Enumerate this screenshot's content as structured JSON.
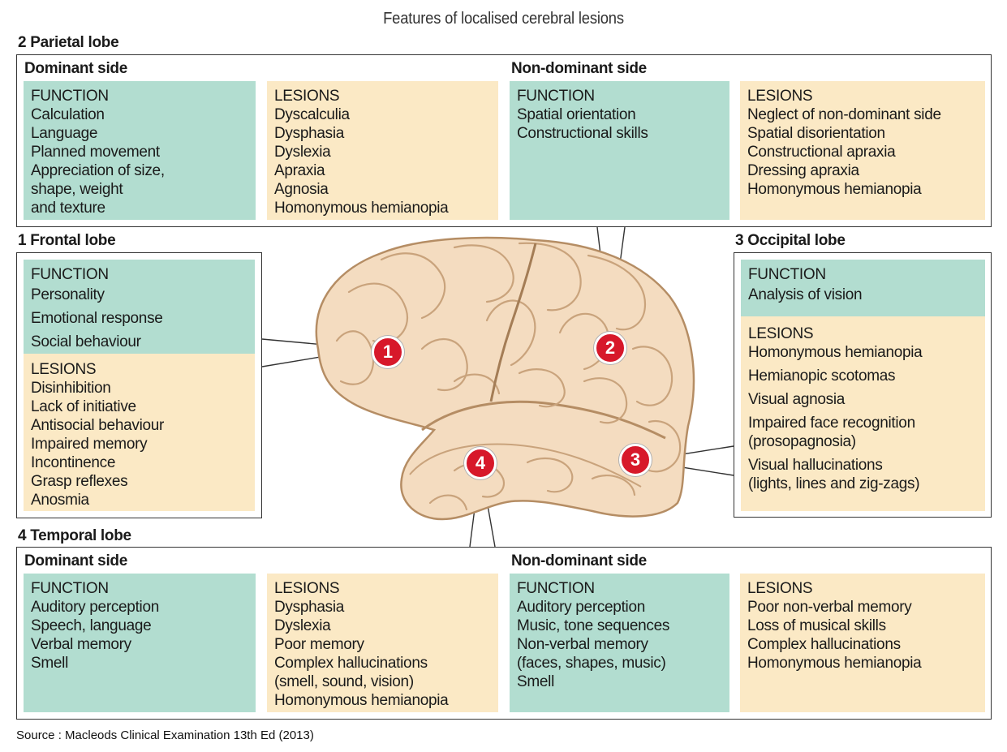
{
  "title": "Features of localised cerebral lesions",
  "source": "Source : Macleods Clinical Examination 13th Ed (2013)",
  "colors": {
    "function_fill": "#b2ddd0",
    "lesions_fill": "#fbe9c5",
    "marker": "#d7182a",
    "brain": "#f4dcc0"
  },
  "parietal": {
    "heading": "2 Parietal lobe",
    "dominant": {
      "label": "Dominant side",
      "function_heading": "FUNCTION",
      "function_items": [
        "Calculation",
        "Language",
        "Planned movement",
        "Appreciation of size,",
        "shape, weight",
        "and texture"
      ],
      "lesions_heading": "LESIONS",
      "lesions_items": [
        "Dyscalculia",
        "Dysphasia",
        "Dyslexia",
        "Apraxia",
        "Agnosia",
        "Homonymous hemianopia"
      ]
    },
    "non_dominant": {
      "label": "Non-dominant side",
      "function_heading": "FUNCTION",
      "function_items": [
        "Spatial orientation",
        "Constructional skills"
      ],
      "lesions_heading": "LESIONS",
      "lesions_items": [
        "Neglect of non-dominant side",
        "Spatial disorientation",
        "Constructional apraxia",
        "Dressing apraxia",
        "Homonymous hemianopia"
      ]
    }
  },
  "frontal": {
    "heading": "1 Frontal lobe",
    "function_heading": "FUNCTION",
    "function_items": [
      "Personality",
      "Emotional response",
      "Social behaviour"
    ],
    "lesions_heading": "LESIONS",
    "lesions_items": [
      "Disinhibition",
      "Lack of initiative",
      "Antisocial behaviour",
      "Impaired memory",
      "Incontinence",
      "Grasp reflexes",
      "Anosmia"
    ]
  },
  "occipital": {
    "heading": "3 Occipital lobe",
    "function_heading": "FUNCTION",
    "function_items": [
      "Analysis of vision"
    ],
    "lesions_heading": "LESIONS",
    "lesions_items": [
      "Homonymous hemianopia",
      "Hemianopic scotomas",
      "Visual agnosia",
      "Impaired face recognition\n(prosopagnosia)",
      "Visual hallucinations\n(lights, lines and zig-zags)"
    ]
  },
  "temporal": {
    "heading": "4 Temporal lobe",
    "dominant": {
      "label": "Dominant side",
      "function_heading": "FUNCTION",
      "function_items": [
        "Auditory perception",
        "Speech, language",
        "Verbal memory",
        "Smell"
      ],
      "lesions_heading": "LESIONS",
      "lesions_items": [
        "Dysphasia",
        "Dyslexia",
        "Poor memory",
        "Complex hallucinations",
        "(smell, sound, vision)",
        "Homonymous hemianopia"
      ]
    },
    "non_dominant": {
      "label": "Non-dominant side",
      "function_heading": "FUNCTION",
      "function_items": [
        "Auditory perception",
        "Music, tone sequences",
        "Non-verbal memory",
        "(faces, shapes, music)",
        "Smell"
      ],
      "lesions_heading": "LESIONS",
      "lesions_items": [
        "Poor non-verbal memory",
        "Loss of musical skills",
        "Complex hallucinations",
        "Homonymous hemianopia"
      ]
    }
  },
  "markers": [
    "1",
    "2",
    "3",
    "4"
  ]
}
